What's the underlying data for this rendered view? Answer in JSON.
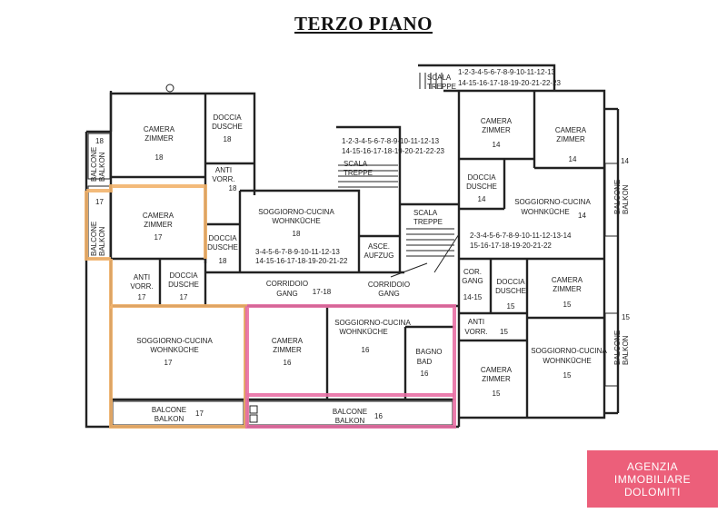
{
  "title": "TERZO PIANO",
  "logo": {
    "line1": "AGENZIA",
    "line2": "IMMOBILIARE",
    "line3": "DOLOMITI"
  },
  "colors": {
    "unit17": "#f2b36b",
    "unit16": "#e86fa4",
    "logo_bg": "#ec5f7a"
  },
  "rooms": {
    "camera18": {
      "l1": "CAMERA",
      "l2": "ZIMMER",
      "n": "18"
    },
    "doccia18": {
      "l1": "DOCCIA",
      "l2": "DUSCHE",
      "n": "18"
    },
    "antivorr18": {
      "l1": "ANTI",
      "l2": "VORR.",
      "n": "18"
    },
    "balcone18": {
      "l1": "BALCONE",
      "l2": "BALKON",
      "n": "18"
    },
    "soggiorno18": {
      "l1": "SOGGIORNO-CUCINA",
      "l2": "WOHNKÜCHE",
      "n": "18"
    },
    "doccia18b": {
      "l1": "DOCCIA",
      "l2": "DUSCHE",
      "n": "18"
    },
    "scala_mid": {
      "l1": "SCALA",
      "l2": "TREPPE"
    },
    "steps_mid": {
      "l1": "1-2-3-4-5-6-7-8-9-10-11-12-13",
      "l2": "14-15-16-17-18-19-20-21-22-23"
    },
    "steps18": {
      "l1": "3-4-5-6-7-8-9-10-11-12-13",
      "l2": "14-15-16-17-18-19-20-21-22"
    },
    "asce": {
      "l1": "ASCE.",
      "l2": "AUFZUG"
    },
    "scala_r": {
      "l1": "SCALA",
      "l2": "TREPPE"
    },
    "scala_top": {
      "l1": "SCALA",
      "l2": "TREPPE"
    },
    "steps_top": {
      "l1": "1-2-3-4-5-6-7-8-9-10-11-12-13",
      "l2": "14-15-16-17-18-19-20-21-22-23"
    },
    "camera17": {
      "l1": "CAMERA",
      "l2": "ZIMMER",
      "n": "17"
    },
    "balcone17v": {
      "l1": "BALCONE",
      "l2": "BALKON",
      "n": "17"
    },
    "antivorr17": {
      "l1": "ANTI",
      "l2": "VORR.",
      "n": "17"
    },
    "doccia17": {
      "l1": "DOCCIA",
      "l2": "DUSCHE",
      "n": "17"
    },
    "soggiorno17": {
      "l1": "SOGGIORNO-CUCINA",
      "l2": "WOHNKÜCHE",
      "n": "17"
    },
    "balcone17": {
      "l1": "BALCONE",
      "l2": "BALKON",
      "n": "17"
    },
    "corridoio1": {
      "l1": "CORRIDOIO",
      "l2": "GANG",
      "n": "17-18"
    },
    "corridoio2": {
      "l1": "CORRIDOIO",
      "l2": "GANG"
    },
    "camera16": {
      "l1": "CAMERA",
      "l2": "ZIMMER",
      "n": "16"
    },
    "soggiorno16": {
      "l1": "SOGGIORNO-CUCINA",
      "l2": "WOHNKÜCHE",
      "n": "16"
    },
    "bagno16": {
      "l1": "BAGNO",
      "l2": "BAD",
      "n": "16"
    },
    "balcone16": {
      "l1": "BALCONE",
      "l2": "BALKON",
      "n": "16"
    },
    "camera14a": {
      "l1": "CAMERA",
      "l2": "ZIMMER",
      "n": "14"
    },
    "camera14b": {
      "l1": "CAMERA",
      "l2": "ZIMMER",
      "n": "14"
    },
    "doccia14": {
      "l1": "DOCCIA",
      "l2": "DUSCHE",
      "n": "14"
    },
    "soggiorno14": {
      "l1": "SOGGIORNO-CUCINA",
      "l2": "WOHNKÜCHE",
      "n": "14"
    },
    "balcone14": {
      "l1": "BALCONE",
      "l2": "BALKON",
      "n": "14"
    },
    "steps14": {
      "l1": "2-3-4-5-6-7-8-9-10-11-12-13-14",
      "l2": "15-16-17-18-19-20-21-22"
    },
    "corgang": {
      "l1": "COR.",
      "l2": "GANG",
      "n": "14-15"
    },
    "doccia15": {
      "l1": "DOCCIA",
      "l2": "DUSCHE",
      "n": "15"
    },
    "camera15a": {
      "l1": "CAMERA",
      "l2": "ZIMMER",
      "n": "15"
    },
    "antivorr15": {
      "l1": "ANTI",
      "l2": "VORR.",
      "n": "15"
    },
    "camera15b": {
      "l1": "CAMERA",
      "l2": "ZIMMER",
      "n": "15"
    },
    "soggiorno15": {
      "l1": "SOGGIORNO-CUCINA",
      "l2": "WOHNKÜCHE",
      "n": "15"
    },
    "balcone15": {
      "l1": "BALCONE",
      "l2": "BALKON",
      "n": "15"
    }
  }
}
